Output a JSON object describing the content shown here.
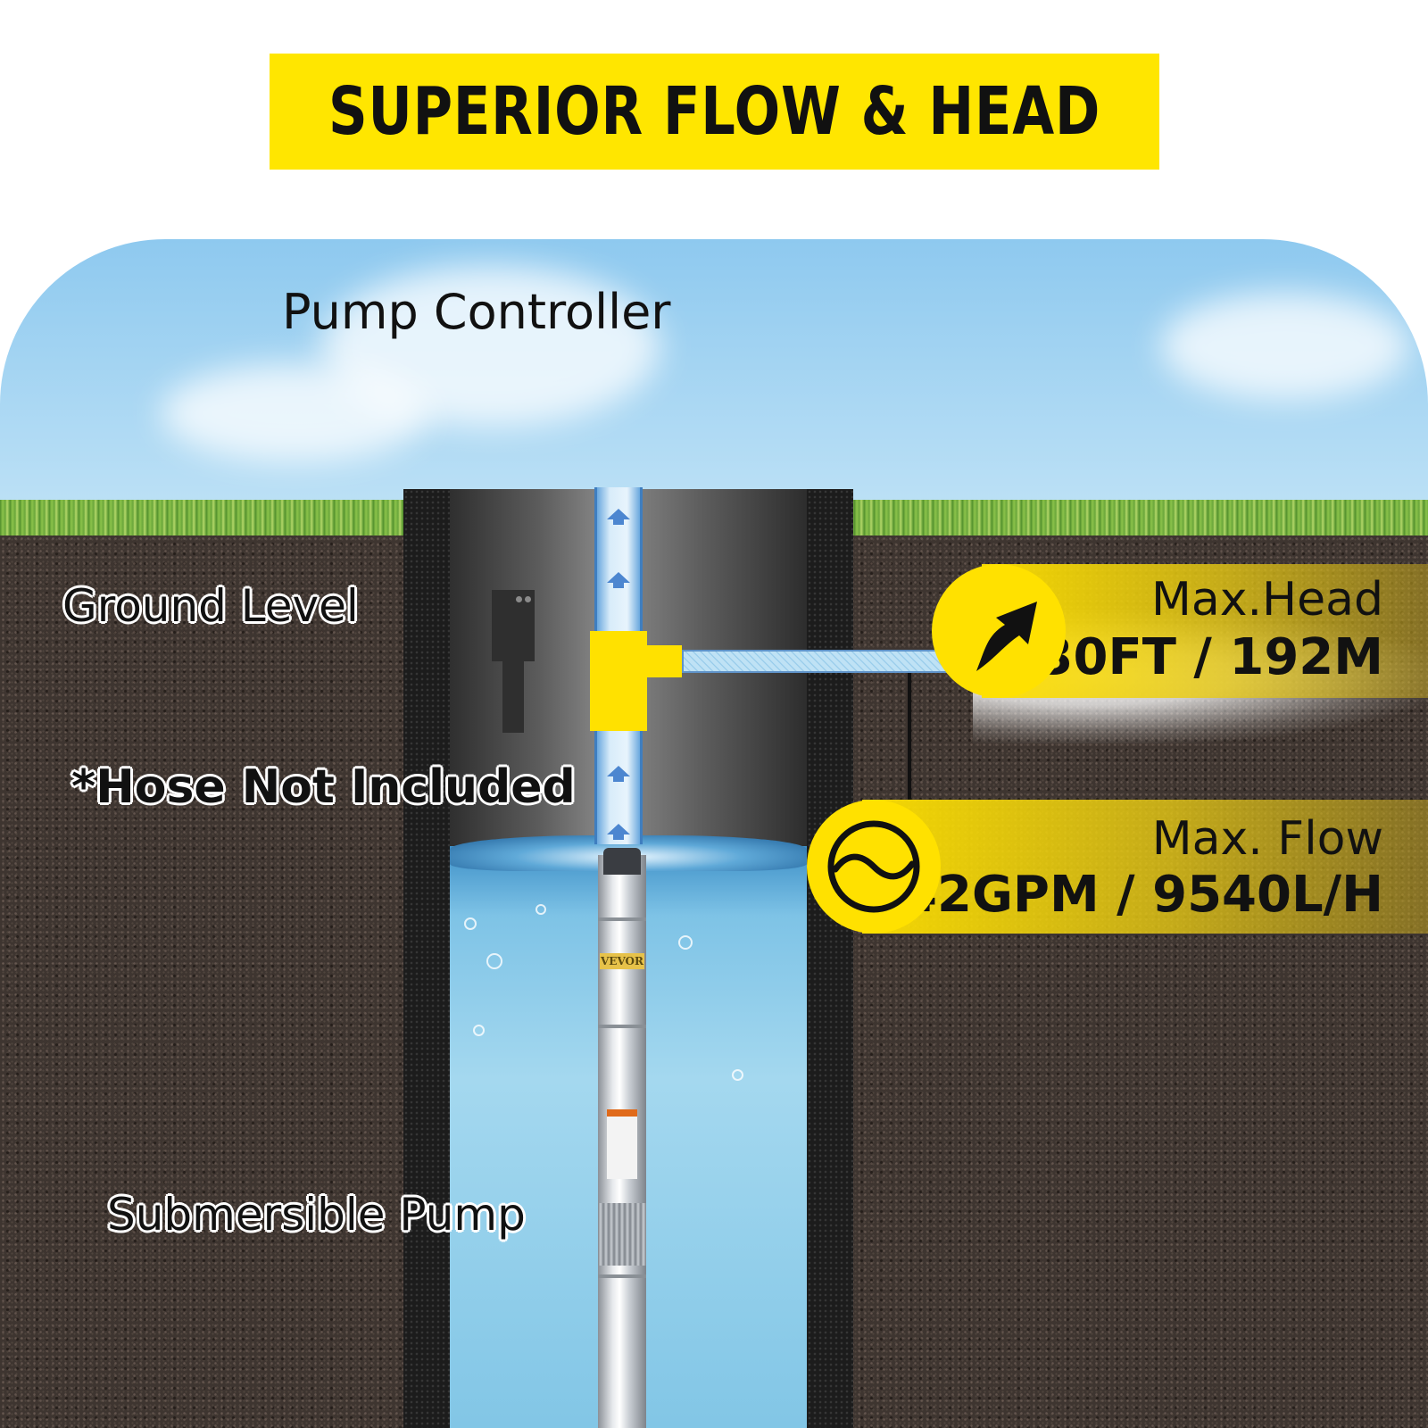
{
  "banner": {
    "title": "SUPERIOR FLOW & HEAD"
  },
  "labels": {
    "pump_controller": "Pump Controller",
    "ground_level": "Ground Level",
    "hose_note": "*Hose Not Included",
    "submersible_pump": "Submersible Pump"
  },
  "pump_device": {
    "brand_mark": "VEVOR"
  },
  "specs": {
    "head": {
      "label": "Max.Head",
      "value": "630FT / 192M",
      "icon": "curved-arrow-up-icon"
    },
    "flow": {
      "label": "Max. Flow",
      "value": "42GPM / 9540L/H",
      "icon": "wave-circle-icon"
    }
  },
  "colors": {
    "accent_yellow": "#ffe600",
    "soil": "#3e3530",
    "water": "#82c6e6",
    "pipe_arrow": "#4c86d0"
  }
}
